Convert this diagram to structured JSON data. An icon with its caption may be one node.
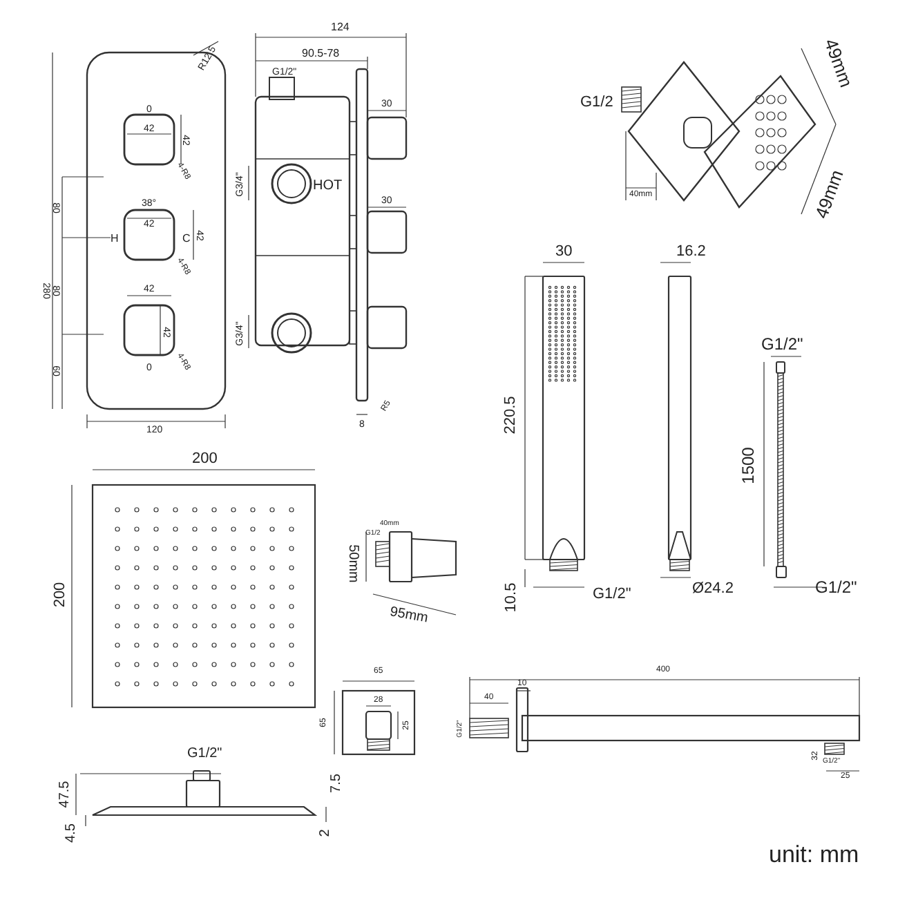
{
  "diagram": {
    "labels": [
      "R12.5",
      "0",
      "42",
      "42",
      "4-R8",
      "80",
      "38°",
      "H",
      "42",
      "C",
      "42",
      "4-R8",
      "280",
      "80",
      "42",
      "42",
      "4-R8",
      "0",
      "60",
      "120",
      "124",
      "90.5-78",
      "G1/2\"",
      "30",
      "G3/4\"",
      "HOT",
      "30",
      "G3/4\"",
      "8",
      "R5",
      "G1/2",
      "49mm",
      "49mm",
      "40mm",
      "30",
      "16.2",
      "220.5",
      "10.5",
      "G1/2\"",
      "Ø24.2",
      "G1/2\"",
      "1500",
      "G1/2\"",
      "200",
      "200",
      "G1/2\"",
      "47.5",
      "7.5",
      "4.5",
      "2",
      "40mm",
      "G1/2",
      "50mm",
      "95mm",
      "65",
      "65",
      "28",
      "25",
      "400",
      "10",
      "40",
      "G1/2\"",
      "32",
      "G1/2\"",
      "25",
      "unit: mm"
    ]
  }
}
